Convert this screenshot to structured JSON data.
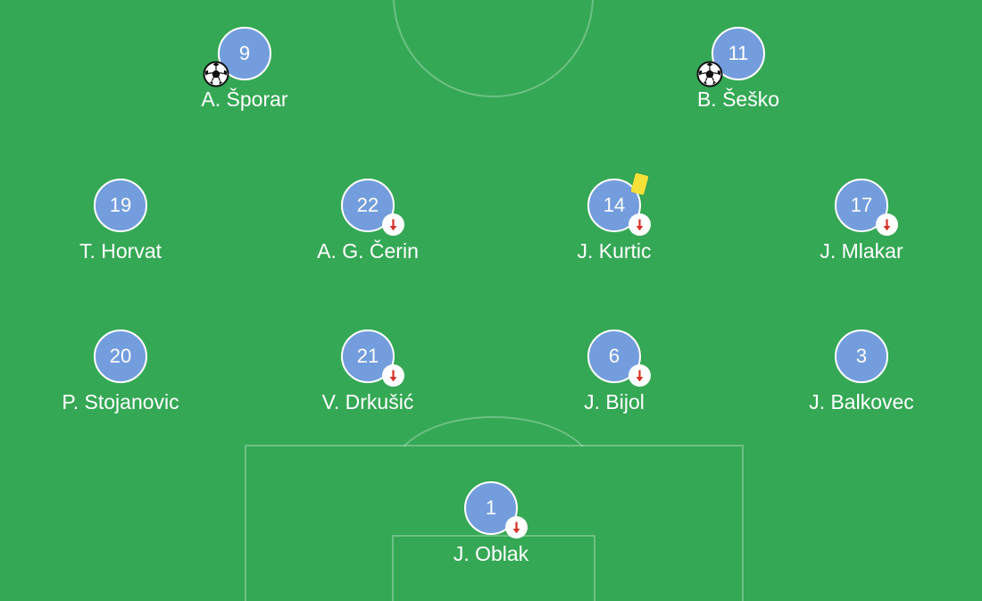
{
  "colors": {
    "pitch": "#35a855",
    "player_circle": "#739ddd",
    "sub_arrow": "#d93025",
    "yellow_card": "#f6e139"
  },
  "icons": {
    "goal": "soccer-ball-icon",
    "sub_off": "substitution-off-arrow-icon",
    "booking": "yellow-card-icon"
  },
  "players": [
    {
      "number": "9",
      "name": "A. Šporar",
      "goal": true,
      "subbed_off": false,
      "yellow_card": false
    },
    {
      "number": "11",
      "name": "B. Šeško",
      "goal": true,
      "subbed_off": false,
      "yellow_card": false
    },
    {
      "number": "19",
      "name": "T. Horvat",
      "goal": false,
      "subbed_off": false,
      "yellow_card": false
    },
    {
      "number": "22",
      "name": "A. G. Čerin",
      "goal": false,
      "subbed_off": true,
      "yellow_card": false
    },
    {
      "number": "14",
      "name": "J. Kurtic",
      "goal": false,
      "subbed_off": true,
      "yellow_card": true
    },
    {
      "number": "17",
      "name": "J. Mlakar",
      "goal": false,
      "subbed_off": true,
      "yellow_card": false
    },
    {
      "number": "20",
      "name": "P. Stojanovic",
      "goal": false,
      "subbed_off": false,
      "yellow_card": false
    },
    {
      "number": "21",
      "name": "V. Drkušić",
      "goal": false,
      "subbed_off": true,
      "yellow_card": false
    },
    {
      "number": "6",
      "name": "J. Bijol",
      "goal": false,
      "subbed_off": true,
      "yellow_card": false
    },
    {
      "number": "3",
      "name": "J. Balkovec",
      "goal": false,
      "subbed_off": false,
      "yellow_card": false
    },
    {
      "number": "1",
      "name": "J. Oblak",
      "goal": false,
      "subbed_off": true,
      "yellow_card": false
    }
  ]
}
